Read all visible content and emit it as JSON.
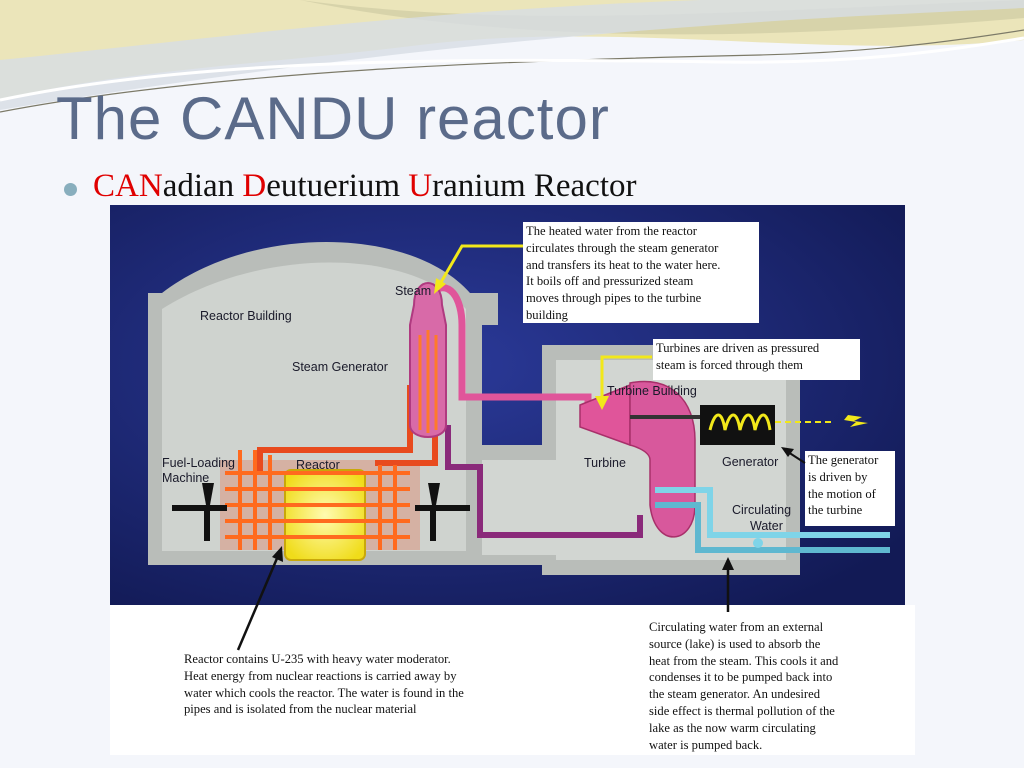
{
  "slide": {
    "title": "The CANDU reactor",
    "bullet": {
      "parts": [
        {
          "text": "CAN",
          "color": "#e00000"
        },
        {
          "text": "adian ",
          "color": "#111111"
        },
        {
          "text": "D",
          "color": "#e00000"
        },
        {
          "text": "eutuerium ",
          "color": "#111111"
        },
        {
          "text": "U",
          "color": "#e00000"
        },
        {
          "text": "ranium Reactor",
          "color": "#111111"
        }
      ]
    }
  },
  "diagram": {
    "labels": {
      "reactor_building": "Reactor Building",
      "steam": "Steam",
      "steam_generator": "Steam Generator",
      "turbine_building": "Turbine Building",
      "turbine": "Turbine",
      "generator": "Generator",
      "fuel_loading_1": "Fuel-Loading",
      "fuel_loading_2": "Machine",
      "reactor": "Reactor",
      "circulating_1": "Circulating",
      "circulating_2": "Water"
    },
    "colors": {
      "background": "#1f2a78",
      "building": "#c9cdc9",
      "steam_pipe": "#e0559a",
      "hot_pipe": "#e84a1e",
      "return_pipe": "#8a2a7a",
      "cold_water": "#7fd4e8",
      "fuel": "#f5e83a",
      "callout_arrow": "#f2e81a"
    }
  },
  "notes": {
    "steam_generator": "The heated water from the reactor\ncirculates through the steam generator\nand transfers its heat to the water here.\n It boils off and pressurized steam\nmoves through pipes to the turbine\nbuilding",
    "turbine": "Turbines are driven as pressured\nsteam is forced through them",
    "generator": "The generator\nis driven by\nthe motion of\nthe turbine",
    "reactor": "Reactor contains U-235 with heavy water moderator.\nHeat energy from nuclear reactions is carried away by\nwater which cools the reactor.  The water is found in the\npipes and is isolated from the nuclear material",
    "circulating_water": "Circulating water from an external\nsource (lake) is used to absorb the\nheat from the steam.  This cools it and\ncondenses it to be pumped back into\nthe steam generator.  An undesired\nside effect is thermal pollution of the\nlake as the now warm circulating\nwater is pumped back."
  }
}
